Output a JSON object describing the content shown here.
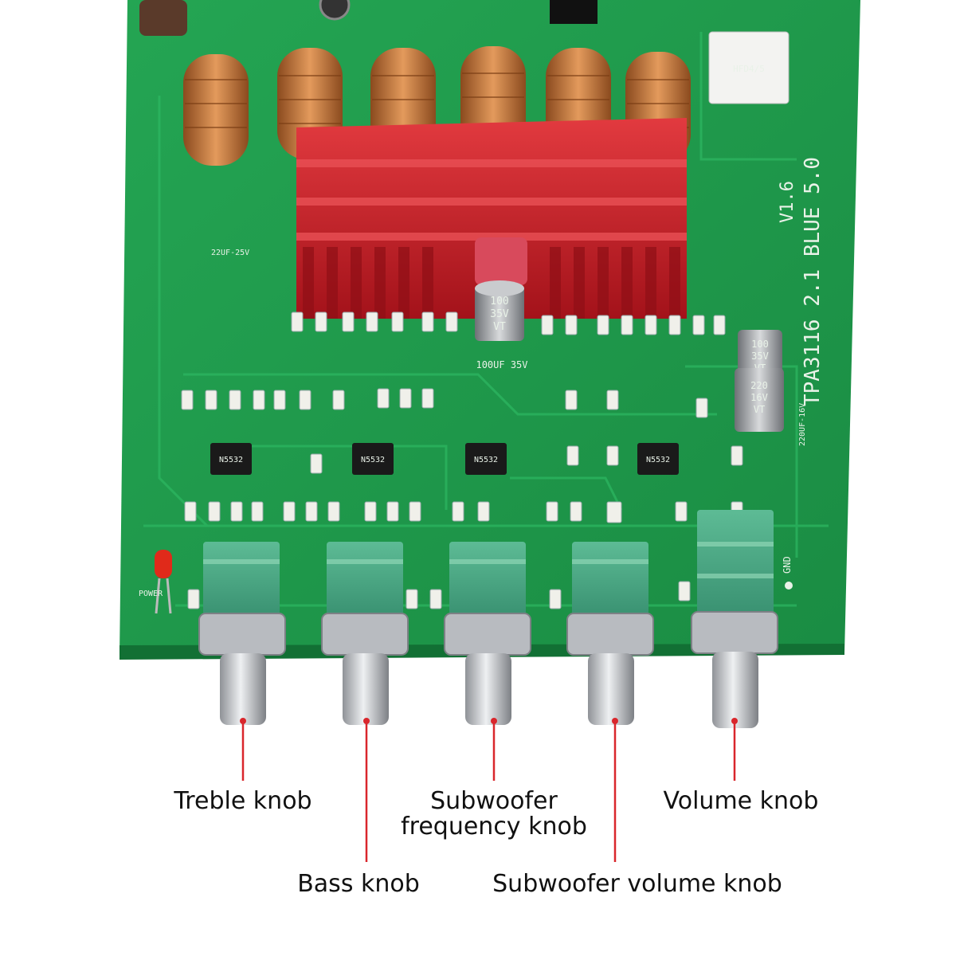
{
  "board": {
    "model_text": "TPA3116 2.1 BLUE 5.0",
    "version_text": "V1.6",
    "gnd_text": "GND",
    "power_text": "POWER",
    "cap_large_left": "100UF 35V",
    "cap_center_text_1": "100",
    "cap_center_text_2": "35V",
    "cap_center_text_3": "VT",
    "cap_right_top_1": "100",
    "cap_right_top_2": "35V",
    "cap_right_top_3": "VT",
    "cap_right_bot_1": "220",
    "cap_right_bot_2": "16V",
    "cap_right_bot_3": "VT",
    "cap_right_mark": "220UF-16V",
    "small_cap_text": "22UF-25V",
    "relay_text": "HFD4/5",
    "chip_text": "N5532",
    "colors": {
      "pcb": "#1f9a4a",
      "pcb_dark": "#157a38",
      "heatsink": "#c21c24",
      "coil": "#c6753a",
      "pot": "#4aa985",
      "shaft": "#c7c9cc",
      "pointer": "#d9262c"
    }
  },
  "labels": {
    "treble": "Treble knob",
    "bass": "Bass knob",
    "sub_freq_line1": "Subwoofer",
    "sub_freq_line2": "frequency knob",
    "sub_volume": "Subwoofer volume knob",
    "volume": "Volume knob"
  }
}
